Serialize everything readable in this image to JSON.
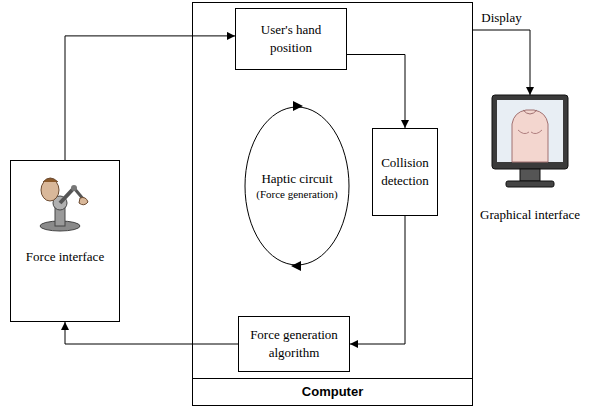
{
  "diagram": {
    "nodes": [
      {
        "text": [
          "Force interface"
        ]
      },
      {
        "text": [
          "Computer"
        ]
      },
      {
        "text": [
          "User's hand position"
        ],
        "in": 1
      },
      {
        "text": [
          "Haptic circuit",
          "(Force generation)"
        ],
        "in": 1
      },
      {
        "text": [
          "Collision detection"
        ],
        "in": 1
      },
      {
        "text": [
          "Force generation algorithm"
        ],
        "in": 1
      },
      {
        "text": [
          "Graphical interface"
        ]
      }
    ],
    "edges": [
      {
        "from": 0,
        "to": 2,
        "arrow": "to"
      },
      {
        "from": 2,
        "to": 4,
        "arrow": "to"
      },
      {
        "from": 4,
        "to": 5,
        "arrow": "to"
      },
      {
        "from": 5,
        "to": 0,
        "arrow": "to"
      },
      {
        "from": 1,
        "to": 6,
        "label": "Display",
        "arrow": "to"
      }
    ]
  }
}
